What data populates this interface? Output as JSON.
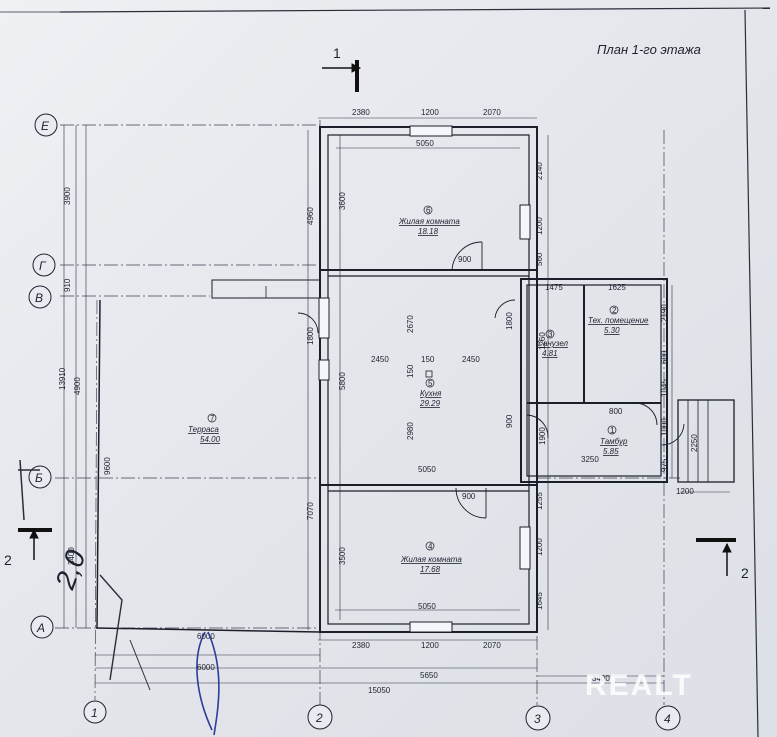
{
  "title": "План 1-го этажа",
  "section_marks": {
    "top": "1",
    "left": "2",
    "right": "2"
  },
  "axes": {
    "horizontal": [
      "1",
      "2",
      "3",
      "4"
    ],
    "vertical": [
      "Е",
      "Г",
      "В",
      "Б",
      "А"
    ]
  },
  "rooms": [
    {
      "number": "6",
      "name": "Жилая комната",
      "area": "18.18"
    },
    {
      "number": "5",
      "name": "Кухня",
      "area": "29.29"
    },
    {
      "number": "4",
      "name": "Жилая комната",
      "area": "17.68"
    },
    {
      "number": "3",
      "name": "Санузел",
      "area": "4.81"
    },
    {
      "number": "2",
      "name": "Тех. помещение",
      "area": "5.30"
    },
    {
      "number": "1",
      "name": "Тамбур",
      "area": "5.85"
    },
    {
      "number": "7",
      "name": "Терраса",
      "area": "54.00"
    }
  ],
  "dimensions": {
    "top_segments": [
      "2380",
      "1200",
      "2070"
    ],
    "room6_width": "5050",
    "room6_right": [
      "2140",
      "1200",
      "560"
    ],
    "room6_left": [
      "3600",
      "4960"
    ],
    "door_6": "900",
    "kitchen_left": [
      "1800",
      "5800"
    ],
    "kitchen_row": [
      "2450",
      "150",
      "2450"
    ],
    "kitchen_col": [
      "2670",
      "150",
      "2980"
    ],
    "kitchen_width": "5050",
    "kitchen_right": [
      "1800",
      "900"
    ],
    "door_4": "900",
    "room4_left": [
      "7070",
      "3500"
    ],
    "room4_right": [
      "1255",
      "1200",
      "1645"
    ],
    "room4_width": "5050",
    "wc": [
      "1475",
      "1260",
      "1900"
    ],
    "tech": [
      "1625",
      "2190"
    ],
    "vestibule": [
      "800",
      "1045",
      "600",
      "1000",
      "975",
      "3250",
      "2250",
      "1200"
    ],
    "bottom_segments": [
      "2380",
      "1200",
      "2070"
    ],
    "left_chain": [
      "3900",
      "910",
      "13910",
      "4900",
      "9600",
      "3400"
    ],
    "axis_span_1_2": "6000",
    "axis_span_1_2b": "6000",
    "span_2_3": "5650",
    "span_3_4": "3400",
    "total": "15050"
  },
  "handwriting": "2,0",
  "watermark": "REALT"
}
